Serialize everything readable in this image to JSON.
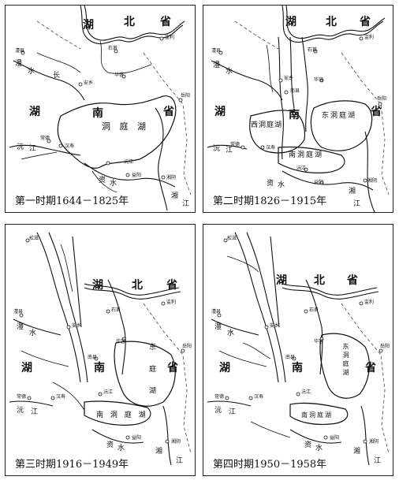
{
  "panels": [
    {
      "caption": "第一时期1644－1825年",
      "province_labels": {
        "hu_top": "湖",
        "bei": "北",
        "sheng_top": "省",
        "hu_left": "湖",
        "nan": "南",
        "sheng_right": "省"
      },
      "lake_text": "洞 庭 湖",
      "places": {
        "p1": "澧县",
        "p2": "安乡",
        "p3": "石首",
        "p4": "监利",
        "p5": "华容",
        "p6": "岳阳",
        "p7": "沅江",
        "p8": "汉寿",
        "p9": "常德",
        "p10": "益阳",
        "p11": "湘阴"
      },
      "rivers": {
        "li": "澧",
        "shui": "水",
        "yuan": "沅",
        "jiang": "江",
        "zi": "资",
        "zishui": "水",
        "xiang": "湘",
        "chang": "长",
        "jiang2": "江"
      }
    },
    {
      "caption": "第二时期1826－1915年",
      "province_labels": {
        "hu_top": "湖",
        "bei": "北",
        "sheng_top": "省",
        "hu_left": "湖",
        "nan": "南",
        "sheng_right": "省"
      },
      "lake_text_w": "西洞庭湖",
      "lake_text_e": "东洞庭湖",
      "lake_text_s": "南洞庭湖",
      "places": {
        "p1": "澧县",
        "p2": "安乡",
        "p3": "石首",
        "p4": "监利",
        "p5": "华容",
        "p6": "岳阳",
        "p7": "沅江",
        "p8": "汉寿",
        "p9": "常德",
        "p10": "益阳",
        "p11": "湘阴",
        "p12": "南县"
      },
      "rivers": {
        "li": "澧",
        "shui": "水",
        "yuan": "沅",
        "jiang": "江",
        "zi": "资",
        "zishui": "水",
        "xiang": "湘",
        "jiang2": "江"
      }
    },
    {
      "caption": "第三时期1916－1949年",
      "province_labels": {
        "hu_top": "湖",
        "bei": "北",
        "sheng_top": "省",
        "hu_left": "湖",
        "nan": "南",
        "sheng_right": "省"
      },
      "lake_text_e": "东 庭 湖",
      "lake_text_s": "南 洞 庭 湖",
      "places": {
        "p1": "澧县",
        "p2": "安乡",
        "p3": "石首",
        "p4": "监利",
        "p5": "华容",
        "p6": "岳阳",
        "p7": "沅江",
        "p8": "汉寿",
        "p9": "常德",
        "p10": "益阳",
        "p11": "湘阴",
        "p12": "南县",
        "p13": "松滋"
      },
      "rivers": {
        "li": "澧",
        "shui": "水",
        "yuan": "沅",
        "jiang": "江",
        "zi": "资",
        "zishui": "水",
        "xiang": "湘",
        "jiang2": "江"
      }
    },
    {
      "caption": "第四时期1950－1958年",
      "province_labels": {
        "hu_top": "湖",
        "bei": "北",
        "sheng_top": "省",
        "hu_left": "湖",
        "nan": "南",
        "sheng_right": "省"
      },
      "lake_text_e": "东洞庭湖",
      "lake_text_s": "南洞庭湖",
      "places": {
        "p1": "澧县",
        "p2": "安乡",
        "p3": "石首",
        "p4": "监利",
        "p5": "华容",
        "p6": "岳阳",
        "p7": "沅江",
        "p8": "汉寿",
        "p9": "常德",
        "p10": "益阳",
        "p11": "湘阴",
        "p12": "南县",
        "p13": "松滋"
      },
      "rivers": {
        "li": "澧",
        "shui": "水",
        "yuan": "沅",
        "jiang": "江",
        "zi": "资",
        "zishui": "水",
        "xiang": "湘",
        "jiang2": "江"
      }
    }
  ]
}
